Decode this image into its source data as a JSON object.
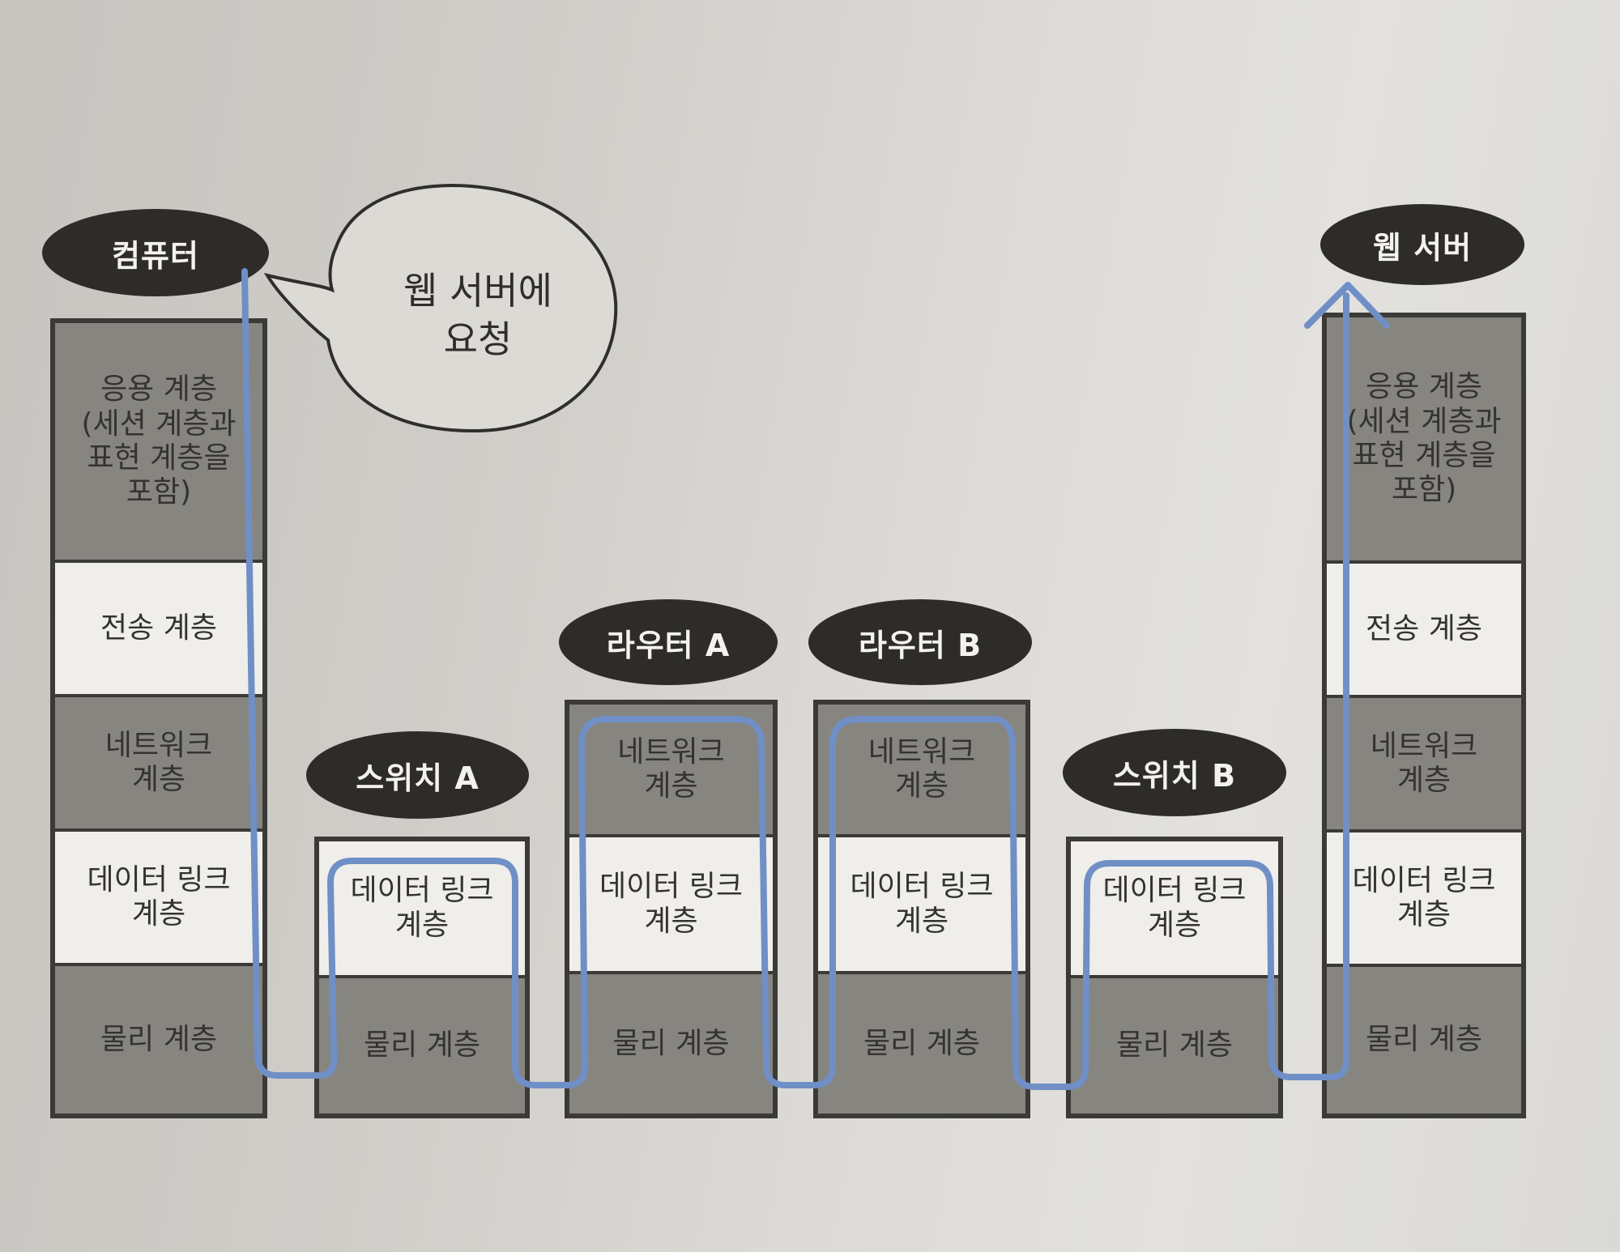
{
  "speech_bubble": "웹 서버에\n요청",
  "devices": [
    {
      "label": "컴퓨터",
      "layers": [
        "응용 계층\n(세션 계층과\n표현 계층을\n포함)",
        "전송 계층",
        "네트워크\n계층",
        "데이터 링크\n계층",
        "물리 계층"
      ]
    },
    {
      "label": "스위치 A",
      "layers": [
        "데이터 링크\n계층",
        "물리 계층"
      ]
    },
    {
      "label": "라우터 A",
      "layers": [
        "네트워크\n계층",
        "데이터 링크\n계층",
        "물리 계층"
      ]
    },
    {
      "label": "라우터 B",
      "layers": [
        "네트워크\n계층",
        "데이터 링크\n계층",
        "물리 계층"
      ]
    },
    {
      "label": "스위치 B",
      "layers": [
        "데이터 링크\n계층",
        "물리 계층"
      ]
    },
    {
      "label": "웹 서버",
      "layers": [
        "응용 계층\n(세션 계층과\n표현 계층을\n포함)",
        "전송 계층",
        "네트워크\n계층",
        "데이터 링크\n계층",
        "물리 계층"
      ]
    }
  ],
  "colors": {
    "path": "#6f8fc6",
    "tag_fill": "#2e2c29",
    "layer_dark": "#878580",
    "layer_light": "#efeeea"
  }
}
